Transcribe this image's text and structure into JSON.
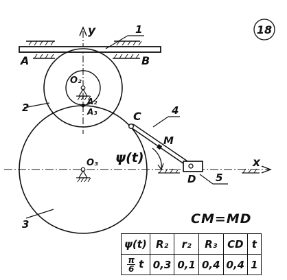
{
  "problem_number": "18",
  "labels": {
    "y_axis": "y",
    "x_axis": "x",
    "point_A": "A",
    "point_B": "B",
    "point_O2": "O₂",
    "point_A2": "A₂",
    "point_A3": "A₃",
    "point_O3": "O₃",
    "point_C": "C",
    "point_M": "M",
    "point_D": "D",
    "angle": "ψ(t)",
    "part_1": "1",
    "part_2": "2",
    "part_3": "3",
    "part_4": "4",
    "part_5": "5"
  },
  "condition": "CM=MD",
  "table": {
    "headers": [
      "ψ(t)",
      "R₂",
      "r₂",
      "R₃",
      "CD",
      "t"
    ],
    "psi_numerator": "π",
    "psi_denominator": "6",
    "psi_var": "t",
    "values": [
      "0,3",
      "0,1",
      "0,4",
      "0,4",
      "1"
    ]
  }
}
